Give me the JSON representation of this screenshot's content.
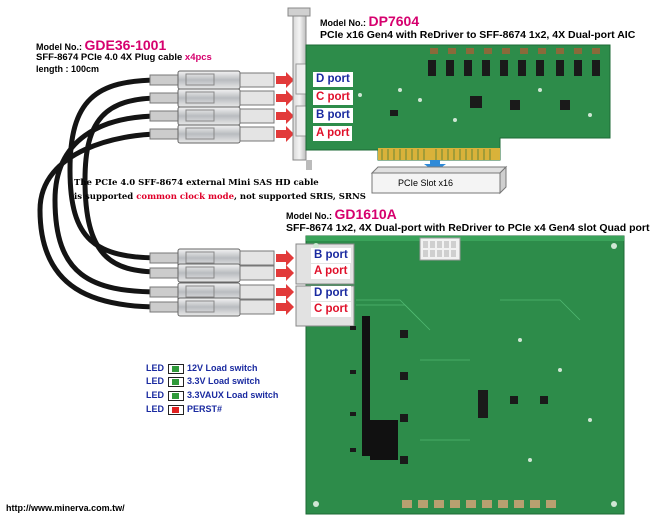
{
  "cable": {
    "model_prefix": "Model No.:",
    "model": "GDE36-1001",
    "desc": "SFF-8674 PCIe 4.0 4X Plug cable ",
    "qty": "x4pcs",
    "length": "length : 100cm"
  },
  "aic": {
    "model_prefix": "Model No.:",
    "model": "DP7604",
    "desc": "PCIe x16 Gen4 with ReDriver to SFF-8674 1x2, 4X Dual-port AIC",
    "ports": [
      "D port",
      "C port",
      "B port",
      "A port"
    ],
    "slot_label": "PCIe Slot x16"
  },
  "note": {
    "line1": "The PCIe 4.0 SFF-8674 external Mini SAS HD cable",
    "line2_pre": "is supported ",
    "line2_highlight": "common clock mode",
    "line2_post": ", not supported SRIS, SRNS"
  },
  "target": {
    "model_prefix": "Model No.:",
    "model": "GD1610A",
    "desc": "SFF-8674 1x2, 4X Dual-port with ReDriver to PCIe x4 Gen4 slot Quad port",
    "ports": [
      "B port",
      "A port",
      "D port",
      "C port"
    ]
  },
  "leds": [
    {
      "prefix": "LED",
      "label": "12V Load switch",
      "color": "#2f9a3a"
    },
    {
      "prefix": "LED",
      "label": "3.3V Load switch",
      "color": "#2f9a3a"
    },
    {
      "prefix": "LED",
      "label": "3.3VAUX Load switch",
      "color": "#2f9a3a"
    },
    {
      "prefix": "LED",
      "label": "PERST#",
      "color": "#e02020"
    }
  ],
  "url": "http://www.minerva.com.tw/",
  "colors": {
    "pcb": "#2d8c4a",
    "accent": "#d6006e",
    "port_text": "#1a2aa0"
  }
}
